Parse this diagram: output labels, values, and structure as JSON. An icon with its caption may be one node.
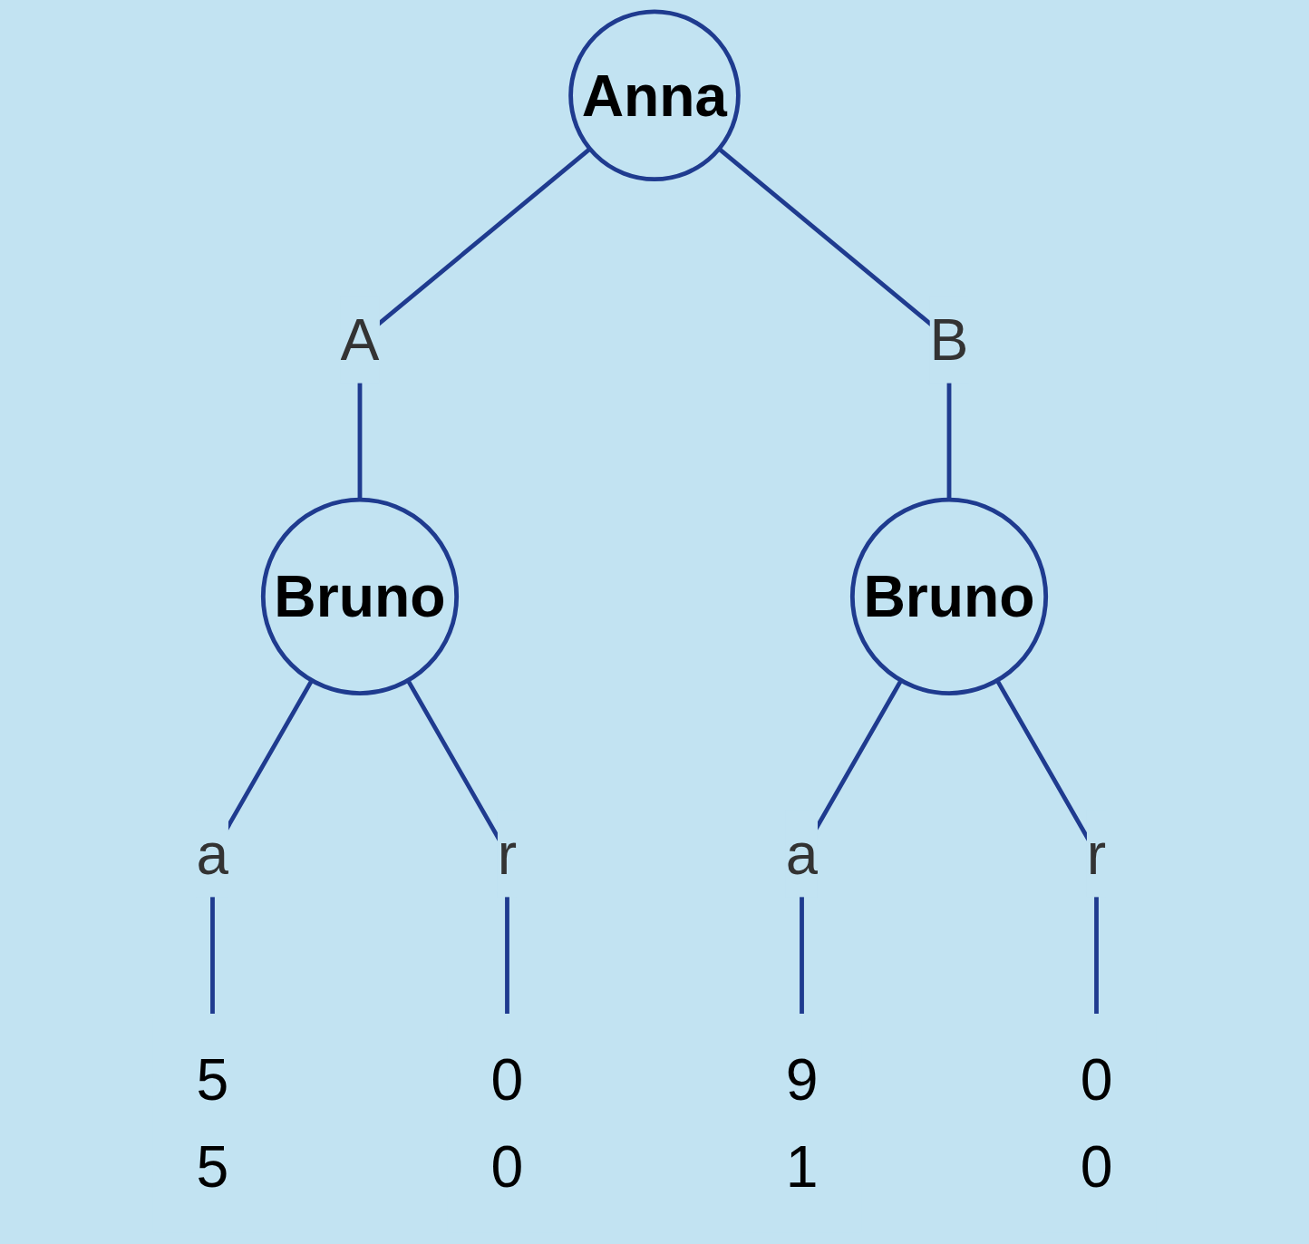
{
  "diagram": {
    "nodes": [
      {
        "text": [
          "Anna"
        ]
      },
      {
        "text": [
          "Bruno"
        ]
      },
      {
        "text": [
          "Bruno"
        ]
      },
      {
        "text": [
          "5",
          "5"
        ]
      },
      {
        "text": [
          "0",
          "0"
        ]
      },
      {
        "text": [
          "9",
          "1"
        ]
      },
      {
        "text": [
          "0",
          "0"
        ]
      }
    ],
    "edges": [
      {
        "from": 0,
        "to": 1,
        "label": "A",
        "arrow": "none"
      },
      {
        "from": 0,
        "to": 2,
        "label": "B",
        "arrow": "none"
      },
      {
        "from": 1,
        "to": 3,
        "label": "a",
        "arrow": "none"
      },
      {
        "from": 1,
        "to": 4,
        "label": "r",
        "arrow": "none"
      },
      {
        "from": 2,
        "to": 5,
        "label": "a",
        "arrow": "none"
      },
      {
        "from": 2,
        "to": 6,
        "label": "r",
        "arrow": "none"
      }
    ]
  }
}
